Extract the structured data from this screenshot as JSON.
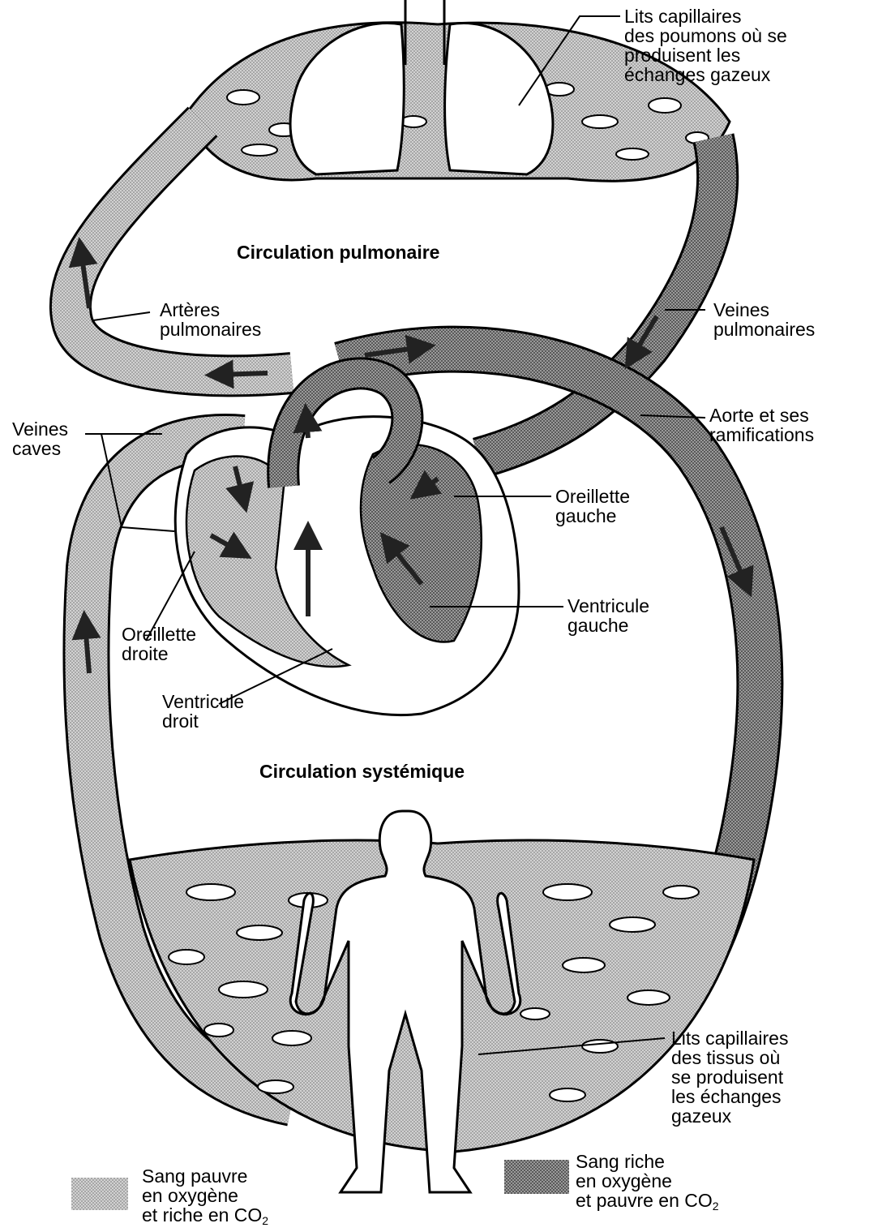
{
  "titles": {
    "pulmonary": "Circulation pulmonaire",
    "systemic": "Circulation systémique"
  },
  "labels": {
    "lung_capillaries": [
      "Lits capillaires",
      "des poumons où se",
      "produisent les",
      "échanges gazeux"
    ],
    "pulmonary_arteries": [
      "Artères",
      "pulmonaires"
    ],
    "pulmonary_veins": [
      "Veines",
      "pulmonaires"
    ],
    "venae_cavae": [
      "Veines",
      "caves"
    ],
    "aorta": [
      "Aorte et ses",
      "ramifications"
    ],
    "left_atrium": [
      "Oreillette",
      "gauche"
    ],
    "left_ventricle": [
      "Ventricule",
      "gauche"
    ],
    "right_atrium": [
      "Oreillette",
      "droite"
    ],
    "right_ventricle": [
      "Ventricule",
      "droit"
    ],
    "tissue_capillaries": [
      "Lits capillaires",
      "des tissus où",
      "se produisent",
      "les échanges",
      "gazeux"
    ]
  },
  "legend": {
    "poor": {
      "line1": "Sang pauvre",
      "line2": "en oxygène",
      "line3": "et riche en CO",
      "sub": "2",
      "color": "#c4c4c4"
    },
    "rich": {
      "line1": "Sang riche",
      "line2": "en oxygène",
      "line3": "et pauvre en CO",
      "sub": "2",
      "color": "#8a8a8a"
    }
  },
  "colors": {
    "oxygen_poor": "#c4c4c4",
    "oxygen_rich": "#8a8a8a",
    "outline": "#000000"
  }
}
